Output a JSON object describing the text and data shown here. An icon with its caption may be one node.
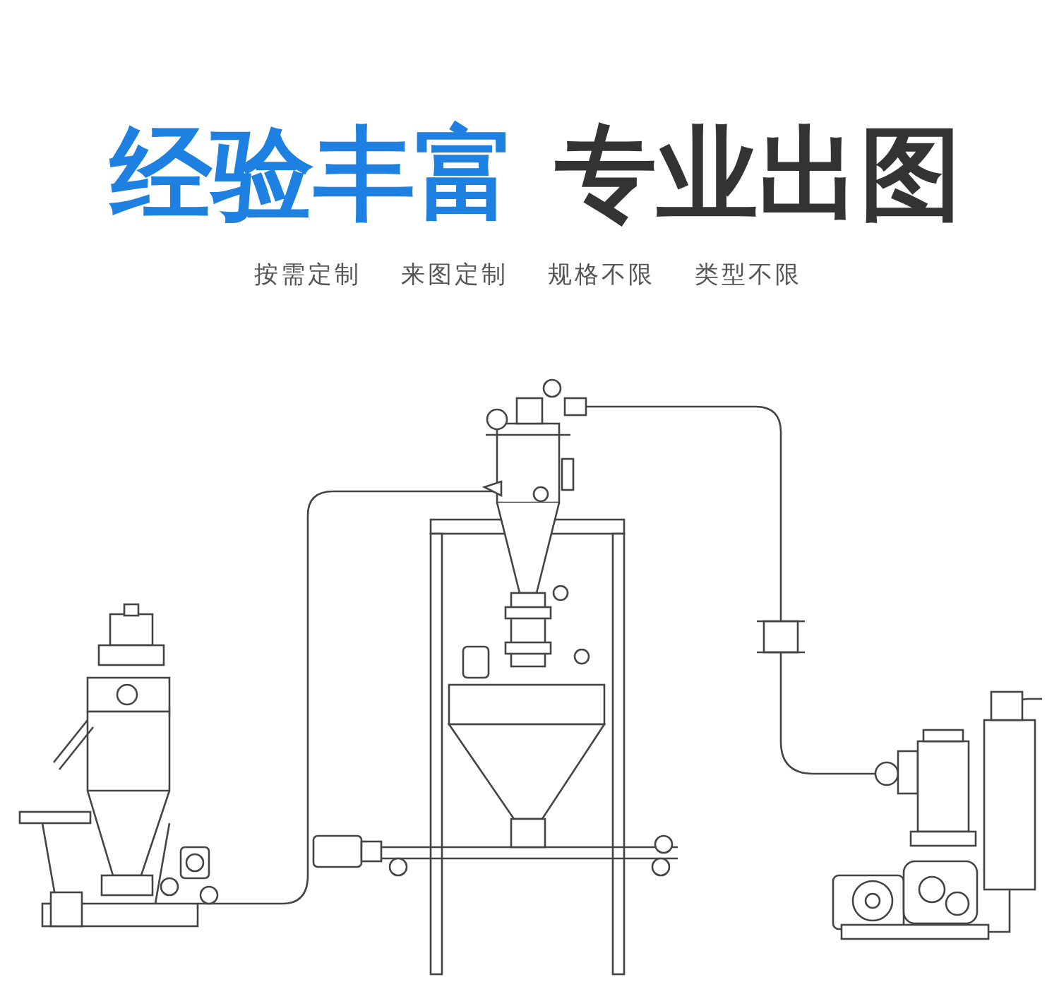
{
  "diagram": {
    "labels": [
      "经验丰富",
      "专业出图",
      "按需定制",
      "来图定制",
      "规格不限",
      "类型不限"
    ]
  }
}
